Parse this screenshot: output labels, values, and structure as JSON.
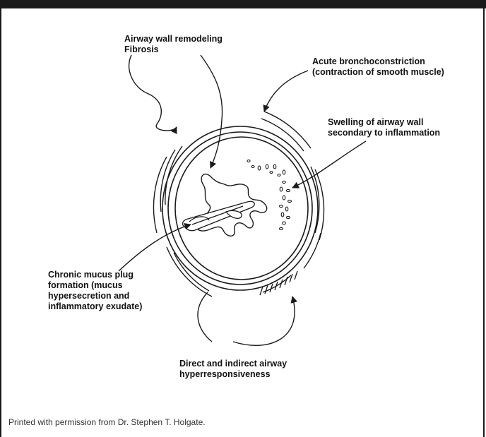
{
  "labels": {
    "remodeling": [
      "Airway wall remodeling",
      "Fibrosis"
    ],
    "bronchoconstriction": [
      "Acute bronchoconstriction",
      "(contraction of smooth muscle)"
    ],
    "swelling": [
      "Swelling of airway wall",
      "secondary to inflammation"
    ],
    "mucus": [
      "Chronic mucus plug",
      "formation (mucus",
      "hypersecretion and",
      "inflammatory exudate)"
    ],
    "hyperresponsiveness": [
      "Direct and indirect airway",
      "hyperresponsiveness"
    ]
  },
  "credit": "Printed with permission from Dr. Stephen T. Holgate.",
  "colors": {
    "ink": "#1a1a1a",
    "background": "#ffffff"
  }
}
